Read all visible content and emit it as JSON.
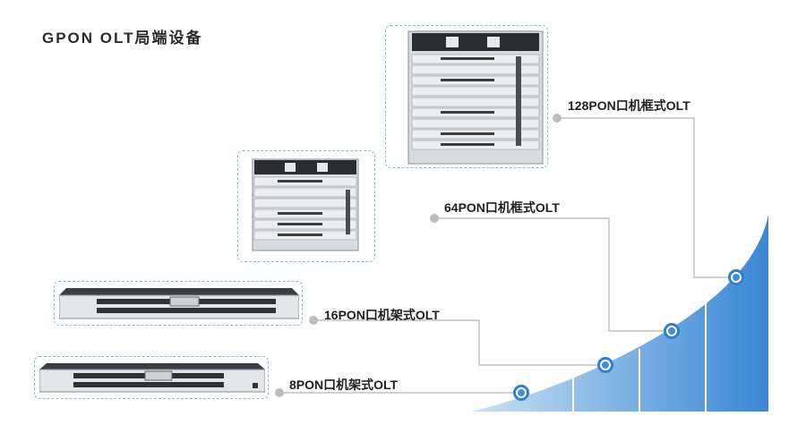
{
  "title": "GPON OLT局端设备",
  "products": [
    {
      "label": "128PON口机框式OLT",
      "type": "chassis-large"
    },
    {
      "label": "64PON口机框式OLT",
      "type": "chassis-small"
    },
    {
      "label": "16PON口机架式OLT",
      "type": "rack-1u"
    },
    {
      "label": "8PON口机架式OLT",
      "type": "rack-1u-small"
    }
  ],
  "colors": {
    "accent_blue": "#3f8fd6",
    "light_blue": "#a9cdf0",
    "frame_dashed": "#8db8e6",
    "leader_line": "#b5b5b5",
    "grey_dot": "#bdbdbd"
  }
}
